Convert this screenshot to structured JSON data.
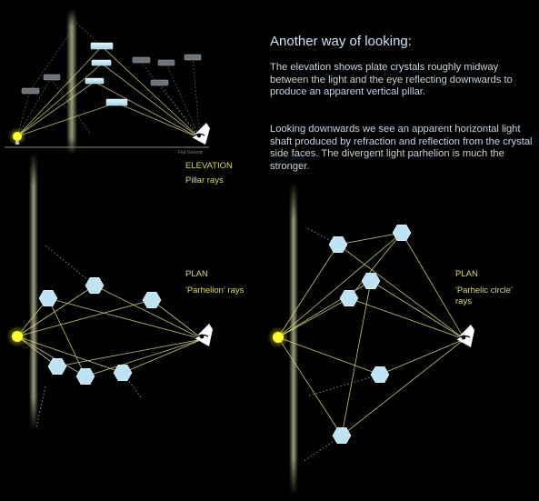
{
  "heading": "Another way of looking:",
  "paragraphs": [
    "The elevation shows plate crystals roughly midway between the light and the eye reflecting downwards to produce an apparent vertical pillar.",
    "Looking downwards we see an apparent horizontal light shaft produced by refraction and reflection from the crystal side faces. The divergent light parhelion is much the stronger."
  ],
  "labels": {
    "elevation": "ELEVATION",
    "pillar_rays": "Pillar rays",
    "plan1": "PLAN",
    "plan1_caption": "'Parhelion' rays",
    "plan2": "PLAN",
    "plan2_caption_line1": "'Parhelic circle'",
    "plan2_caption_line2": "rays",
    "ground_note": "Flat Ground"
  },
  "colors": {
    "background": "#000000",
    "ray": "#d8d98a",
    "label": "#d8dc63",
    "text": "#c8d4de",
    "heading": "#cfe2f6",
    "crystal_lit": "#bfe3f5",
    "crystal_dark": "#6e7377",
    "light_source": "#ffff33"
  },
  "icons": [
    "light-source-icon",
    "eye-icon",
    "plate-crystal-icon",
    "hexagonal-crystal-icon",
    "light-pillar-icon"
  ]
}
